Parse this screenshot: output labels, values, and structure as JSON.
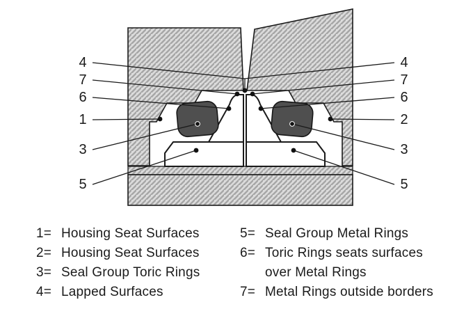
{
  "diagram": {
    "left_labels": [
      "4",
      "7",
      "6",
      "1",
      "3",
      "5"
    ],
    "right_labels": [
      "4",
      "7",
      "6",
      "2",
      "3",
      "5"
    ]
  },
  "legend": {
    "left": [
      {
        "num": "1=",
        "text": "Housing Seat Surfaces"
      },
      {
        "num": "2=",
        "text": "Housing Seat Surfaces"
      },
      {
        "num": "3=",
        "text": "Seal Group Toric Rings"
      },
      {
        "num": "4=",
        "text": "Lapped Surfaces"
      }
    ],
    "right": [
      {
        "num": "5=",
        "text": "Seal Group Metal Rings"
      },
      {
        "num": "6=",
        "text": "Toric Rings seats surfaces",
        "text2": "over Metal Rings"
      },
      {
        "num": "7=",
        "text": "Metal Rings outside borders"
      }
    ]
  },
  "colors": {
    "outline": "#1a1a1a",
    "hatch_base": "#dcdcdc",
    "hatch_stripe": "#a6a6a6",
    "toric_fill": "#4f4f4f",
    "ring_fill": "#ffffff"
  }
}
